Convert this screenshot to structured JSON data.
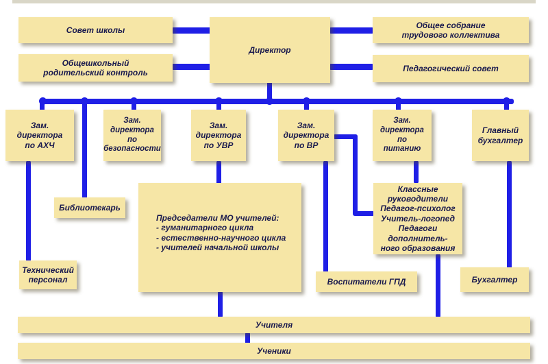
{
  "nodes": {
    "council": "Совет школы",
    "parents_control": "Общешкольный\nродительский контроль",
    "director": "Директор",
    "general_assembly": "Общее собрание\nтрудового коллектива",
    "ped_council": "Педагогический совет",
    "deputy_ahch": "Зам.\nдиректора\nпо АХЧ",
    "deputy_safety": "Зам.\nдиректора\nпо\nбезопасности",
    "deputy_uvr": "Зам.\nдиректора\nпо УВР",
    "deputy_vr": "Зам.\nдиректора\nпо ВР",
    "deputy_food": "Зам.\nдиректора\nпо\nпитанию",
    "chief_accountant": "Главный\nбухгалтер",
    "librarian": "Библиотекарь",
    "mo_chairs": "Председатели МО учителей:\n- гуманитарного цикла\n- естественно-научного цикла\n- учителей начальной школы",
    "class_leaders": "Классные руководители\nПедагог-психолог\nУчитель-логопед\nПедагоги дополнитель-\nного образования",
    "tech_staff": "Технический\nперсонал",
    "gpd_teachers": "Воспитатели ГПД",
    "accountant": "Бухгалтер",
    "teachers": "Учителя",
    "students": "Ученики"
  },
  "colors": {
    "box": "#f6e6a6",
    "connector": "#1f1fe6",
    "text": "#1a1a4e"
  }
}
